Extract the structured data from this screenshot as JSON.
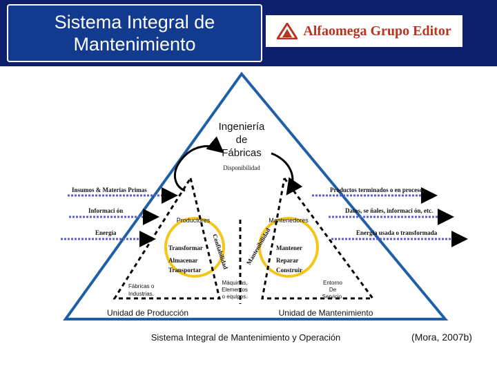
{
  "header": {
    "title": "Sistema Integral de\nMantenimiento",
    "logo_text": "Alfaomega Grupo Editor",
    "accent_color": "#0d1f6b",
    "logo_color": "#b7341f"
  },
  "diagram": {
    "apex_title": [
      "Ingeniería",
      "de",
      "Fábricas"
    ],
    "disponibilidad": "Disponibilidad",
    "left_inputs": [
      "Insumos & Materias Primas",
      "Informaci ón",
      "Energía"
    ],
    "right_outputs": [
      "Productos terminados o en proceso.",
      "Datos, se ñales, informaci ón, etc.",
      "Energía usada o transformada"
    ],
    "productores": "Productores",
    "mantenedores": "Mantenedores",
    "production_activities": [
      "Transformar",
      "Almacenar",
      "Transportar"
    ],
    "maintenance_activities": [
      "Mantener",
      "Reparar",
      "Construir"
    ],
    "confiabilidad": "Confiabilidad",
    "mantenibilidad": "Mantenibilidad",
    "fabricas": [
      "Fábricas o",
      "Industrias."
    ],
    "maquinas": [
      "Máquinas,",
      "Elementos",
      "o equipos."
    ],
    "entorno": [
      "Entorno",
      "De",
      "Servicio."
    ],
    "unidad_produccion": "Unidad de Producción",
    "unidad_mantenimiento": "Unidad de Mantenimiento"
  },
  "footer": {
    "caption": "Sistema Integral de Mantenimiento y Operación",
    "citation": "(Mora, 2007b)"
  }
}
